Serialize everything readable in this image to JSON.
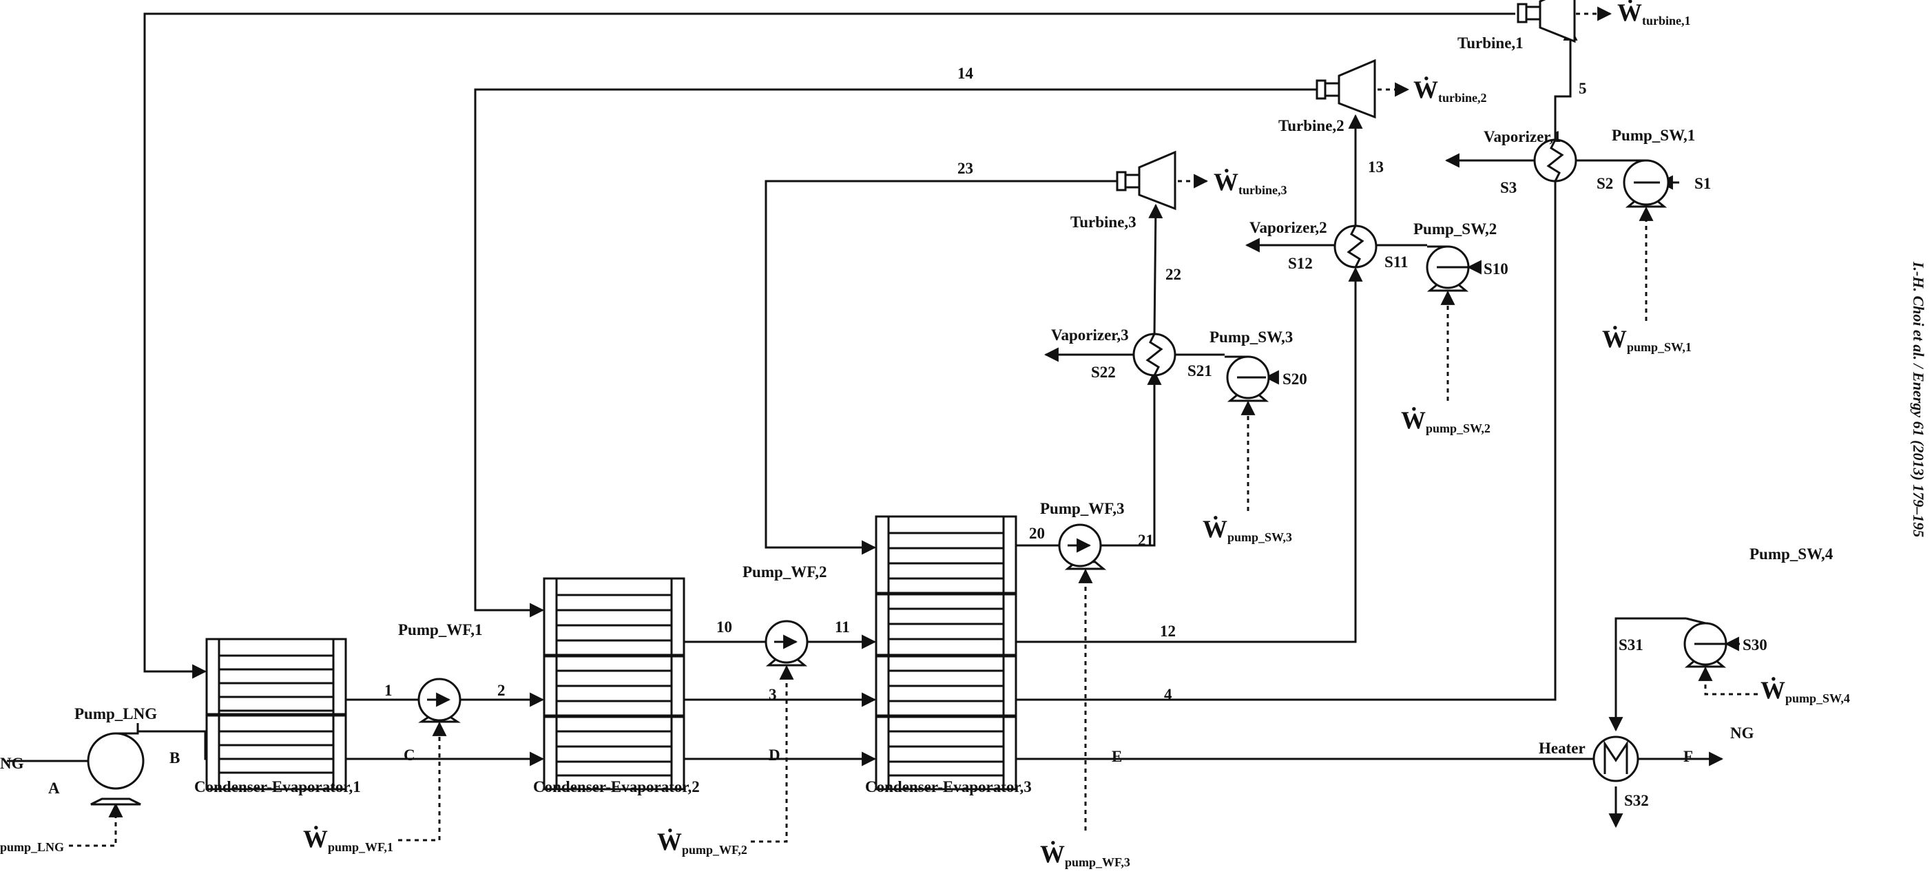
{
  "streams": {
    "A": "A",
    "B": "B",
    "C": "C",
    "D": "D",
    "E": "E",
    "F": "F",
    "s1": "1",
    "s2": "2",
    "s3": "3",
    "s4": "4",
    "s5": "5",
    "s10": "10",
    "s11": "11",
    "s12": "12",
    "s13": "13",
    "s14": "14",
    "s20": "20",
    "s21": "21",
    "s22": "22",
    "s23": "23",
    "S1": "S1",
    "S2": "S2",
    "S3": "S3",
    "S10": "S10",
    "S11": "S11",
    "S12": "S12",
    "S20": "S20",
    "S21": "S21",
    "S22": "S22",
    "S30": "S30",
    "S31": "S31",
    "S32": "S32",
    "ng_in": "NG",
    "ng_out": "NG"
  },
  "units": {
    "pump_lng": "Pump_LNG",
    "pump_wf1": "Pump_WF,1",
    "pump_wf2": "Pump_WF,2",
    "pump_wf3": "Pump_WF,3",
    "pump_sw1": "Pump_SW,1",
    "pump_sw2": "Pump_SW,2",
    "pump_sw3": "Pump_SW,3",
    "pump_sw4": "Pump_SW,4",
    "ce1": "Condenser-Evaporator,1",
    "ce2": "Condenser-Evaporator,2",
    "ce3": "Condenser-Evaporator,3",
    "turbine1": "Turbine,1",
    "turbine2": "Turbine,2",
    "turbine3": "Turbine,3",
    "vap1": "Vaporizer,1",
    "vap2": "Vaporizer,2",
    "vap3": "Vaporizer,3",
    "heater": "Heater"
  },
  "work": {
    "symbol": "Ẇ",
    "pump_lng": "pump_LNG",
    "pump_wf1": "pump_WF,1",
    "pump_wf2": "pump_WF,2",
    "pump_wf3": "pump_WF,3",
    "pump_sw1": "pump_SW,1",
    "pump_sw2": "pump_SW,2",
    "pump_sw3": "pump_SW,3",
    "pump_sw4": "pump_SW,4",
    "turbine1": "turbine,1",
    "turbine2": "turbine,2",
    "turbine3": "turbine,3"
  },
  "side_citation": "I.-H. Choi et al. / Energy 61 (2013) 179–195"
}
